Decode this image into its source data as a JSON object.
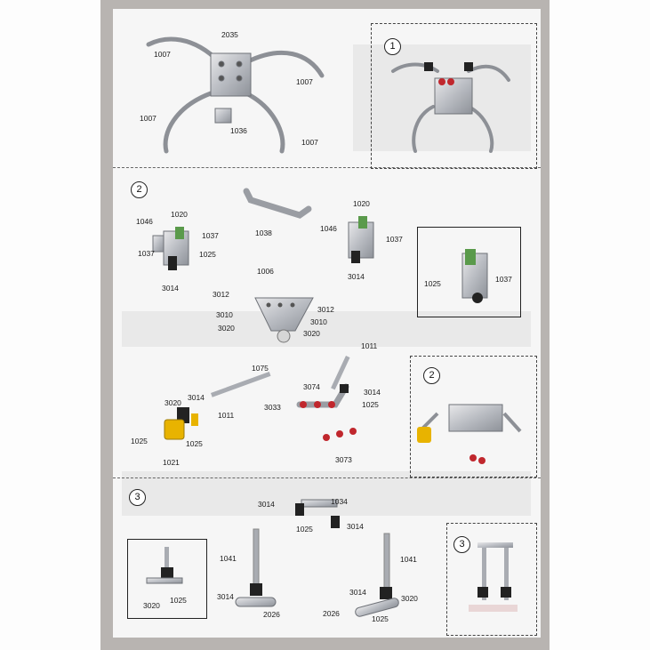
{
  "steps": [
    "1",
    "2",
    "2",
    "3",
    "3"
  ],
  "step1": {
    "parts": [
      "2035",
      "1007",
      "1007",
      "1007",
      "1036",
      "1007"
    ]
  },
  "step2": {
    "parts_a": [
      "1038",
      "1020",
      "1046",
      "1037",
      "1037",
      "1025",
      "3014"
    ],
    "parts_b": [
      "1020",
      "1046",
      "1037",
      "3014"
    ],
    "detail": [
      "1025",
      "1037"
    ],
    "parts_c": [
      "1006",
      "3012",
      "3012",
      "3010",
      "3010",
      "3020",
      "3020",
      "1075"
    ],
    "parts_d": [
      "3020",
      "3014",
      "1011",
      "1025",
      "1025",
      "1021"
    ],
    "parts_e": [
      "1011",
      "3074",
      "3014",
      "3033",
      "1025",
      "3073"
    ]
  },
  "step3": {
    "parts_a": [
      "3014",
      "1034",
      "1025",
      "3014"
    ],
    "detail": [
      "3020",
      "1025"
    ],
    "parts_b": [
      "1041",
      "3014",
      "2026"
    ],
    "parts_c": [
      "1041",
      "3014",
      "3020",
      "2026",
      "1025"
    ]
  }
}
